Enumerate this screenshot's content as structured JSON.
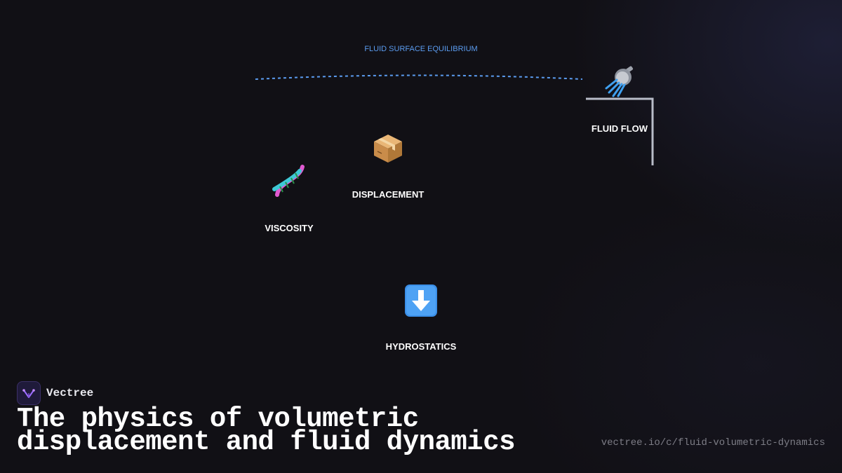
{
  "diagram": {
    "arc_label": "FLUID SURFACE EQUILIBRIUM",
    "nodes": [
      {
        "id": "fluid-flow",
        "label": "FLUID FLOW",
        "icon": "shower-head-icon"
      },
      {
        "id": "displacement",
        "label": "DISPLACEMENT",
        "icon": "package-box-icon"
      },
      {
        "id": "viscosity",
        "label": "VISCOSITY",
        "icon": "dna-helix-icon"
      },
      {
        "id": "hydrostatics",
        "label": "HYDROSTATICS",
        "icon": "down-arrow-icon"
      }
    ],
    "colors": {
      "arc": "#5b9cf0",
      "bracket": "#b8bcc8",
      "label": "#ffffff"
    }
  },
  "brand": {
    "name": "Vectree",
    "logo_icon": "vectree-logo-icon"
  },
  "title": "The physics of volumetric displacement and fluid dynamics",
  "url": "vectree.io/c/fluid-volumetric-dynamics"
}
